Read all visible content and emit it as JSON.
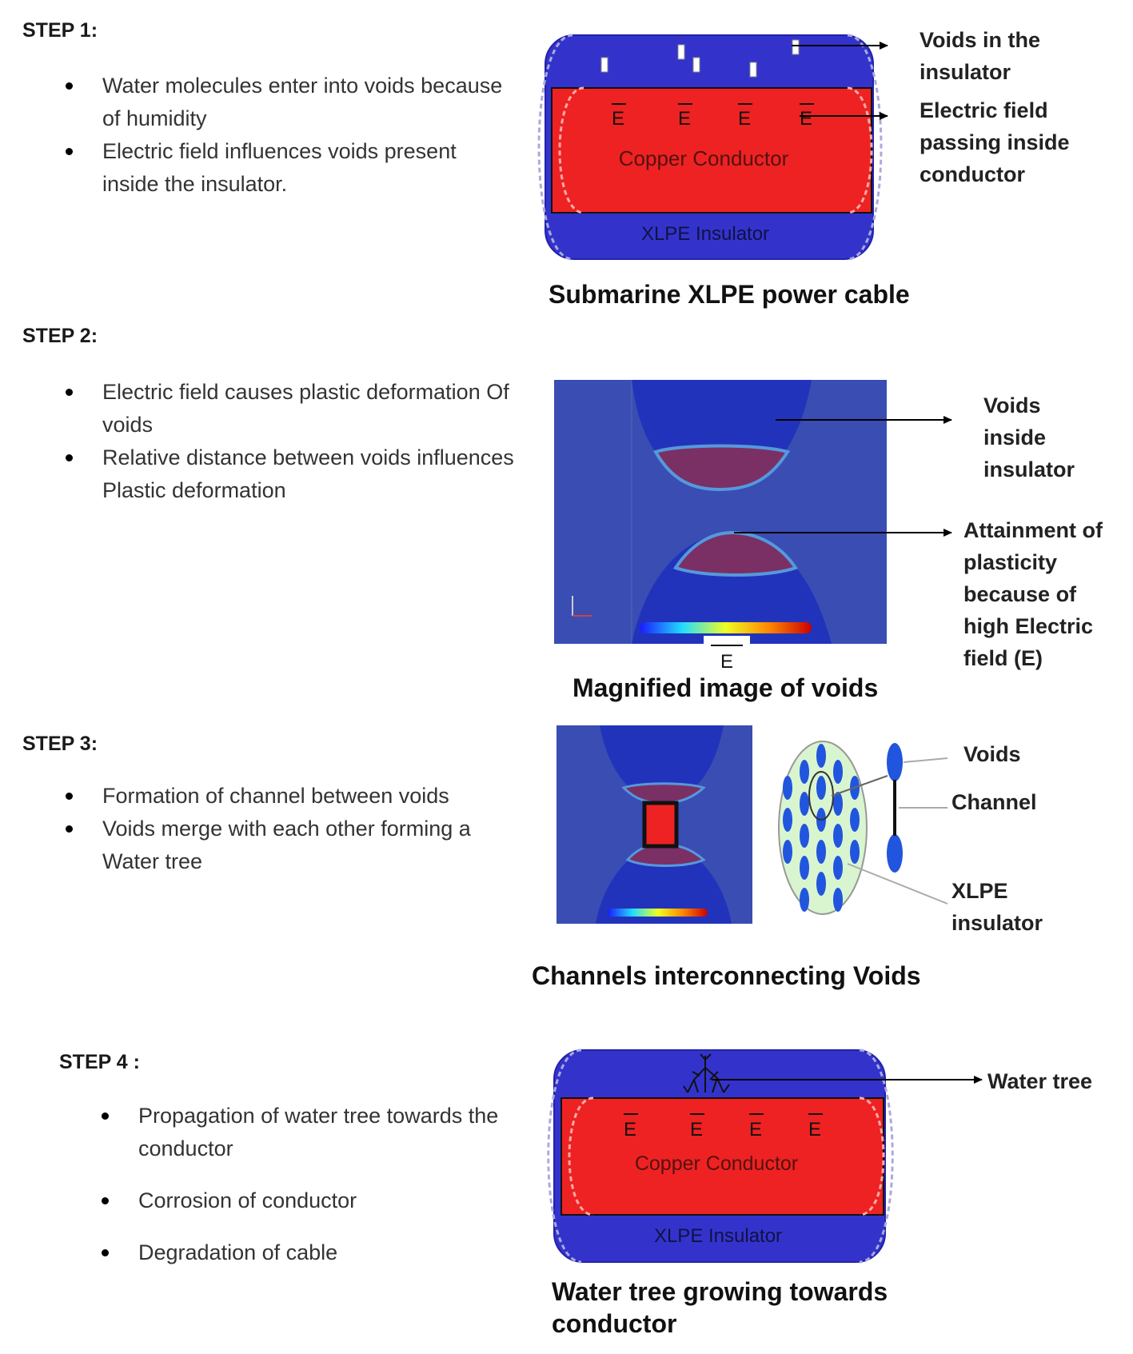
{
  "step1": {
    "heading": "STEP 1:",
    "bullets": [
      "Water molecules enter into voids because of humidity",
      "Electric field influences voids present inside the insulator."
    ],
    "labels": {
      "voids": "Voids in the insulator",
      "field": "Electric field passing inside conductor"
    },
    "cable": {
      "conductor": "Copper Conductor",
      "insulator": "XLPE Insulator",
      "e_symbol": "E"
    },
    "caption": "Submarine XLPE power cable"
  },
  "step2": {
    "heading": "STEP 2:",
    "bullets": [
      "Electric field causes plastic deformation Of voids",
      "Relative distance between voids influences Plastic deformation"
    ],
    "labels": {
      "voids": "Voids inside insulator",
      "plasticity": "Attainment of plasticity because of high Electric field (E)"
    },
    "e_symbol": "E",
    "caption": "Magnified image of voids"
  },
  "step3": {
    "heading": "STEP 3:",
    "bullets": [
      "Formation of channel between voids",
      "Voids merge with each other forming a Water tree"
    ],
    "labels": {
      "voids": "Voids",
      "channel": "Channel",
      "xlpe": "XLPE insulator"
    },
    "caption": "Channels interconnecting Voids"
  },
  "step4": {
    "heading": "STEP 4 :",
    "bullets": [
      "Propagation of water tree towards the conductor",
      "Corrosion of conductor",
      "Degradation of cable"
    ],
    "labels": {
      "tree": "Water tree"
    },
    "cable": {
      "conductor": "Copper Conductor",
      "insulator": "XLPE Insulator",
      "e_symbol": "E"
    },
    "caption": "Water tree growing towards conductor"
  },
  "colors": {
    "insulator": "#3333cc",
    "conductor": "#ee2222",
    "field_bg": "#3a4db3",
    "void": "#2255dd",
    "disc": "#d8f5d0"
  }
}
